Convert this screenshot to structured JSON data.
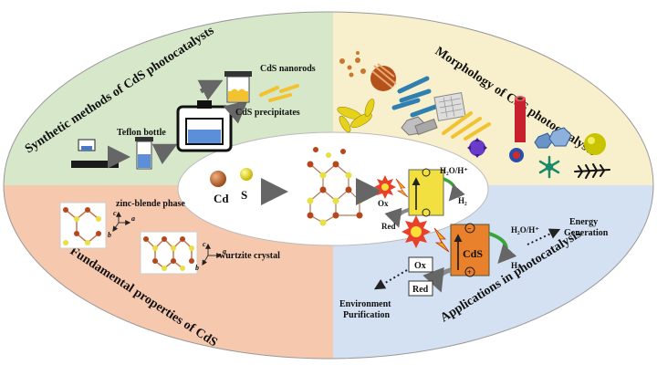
{
  "quadrants": {
    "synthesis": {
      "title": "Synthetic methods of CdS photocatalysts",
      "teflon_label": "Teflon bottle",
      "precipitates_label": "CdS precipitates",
      "nanorods_label": "CdS nanorods",
      "color": "#d6e8c9"
    },
    "morphology": {
      "title": "Morphology of CdS photocatalysts",
      "color": "#f8f0cc"
    },
    "fundamental": {
      "title": "Fundamental properties of CdS",
      "zincblende_label": "zinc-blende phase",
      "wurtzite_label": "wurtzite crystal",
      "color": "#f6c8ae"
    },
    "applications": {
      "title": "Applications in photocatalysis",
      "energy_label_1": "Energy",
      "energy_label_2": "Generation",
      "environment_label_1": "Environment",
      "environment_label_2": "Purification",
      "h2o_label": "H₂O/H⁺",
      "h2_label": "H₂",
      "cds_label": "CdS",
      "ox_label": "Ox",
      "red_label": "Red",
      "color": "#d3e1f2"
    }
  },
  "center": {
    "cd_label": "Cd",
    "s_label": "S",
    "h2o_label": "H₂O/H⁺",
    "h2_label": "H₂",
    "ox_label": "Ox",
    "red_label": "Red"
  },
  "axis_labels": {
    "a": "a",
    "b": "b",
    "c": "c"
  },
  "icons": [
    "teflon-bottle-icon",
    "autoclave-icon",
    "sun-icon",
    "crystal-lattice-icon",
    "snowflake-icon"
  ]
}
